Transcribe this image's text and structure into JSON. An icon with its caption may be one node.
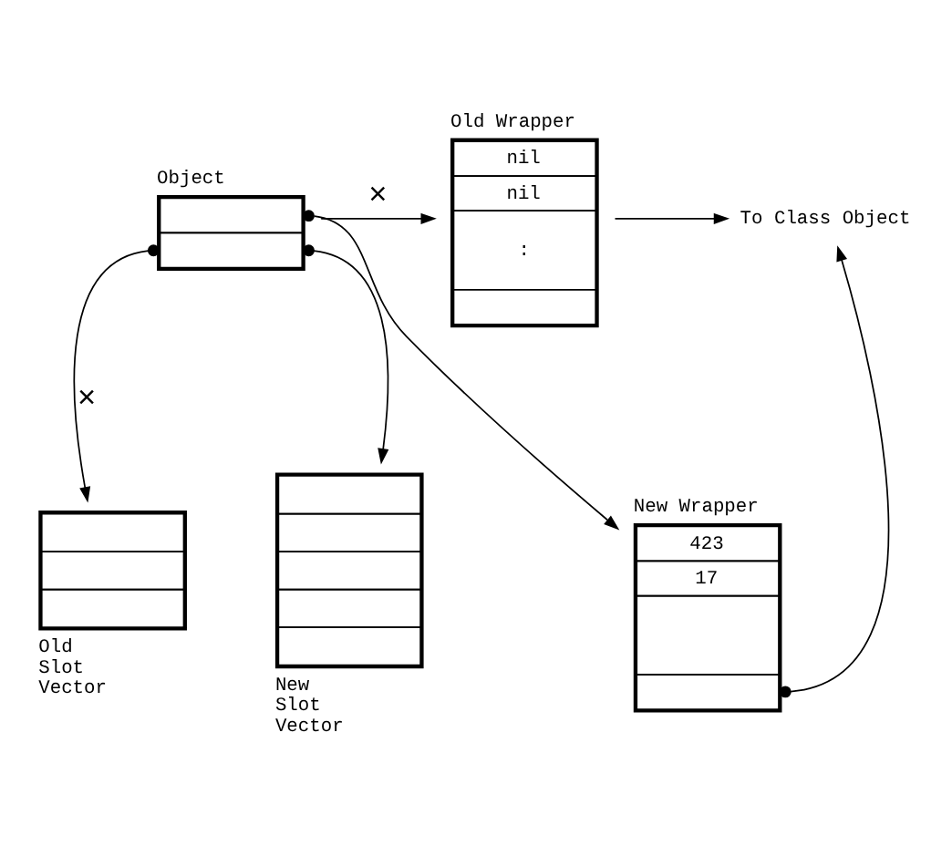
{
  "diagram": {
    "nodes": [
      {
        "text": [
          "Object"
        ]
      },
      {
        "text": [
          "Old Wrapper",
          "nil",
          "nil",
          ":"
        ]
      },
      {
        "text": [
          "To Class Object"
        ]
      },
      {
        "text": [
          "Old Slot Vector"
        ]
      },
      {
        "text": [
          "New Slot Vector"
        ]
      },
      {
        "text": [
          "New Wrapper",
          "423",
          "17"
        ]
      }
    ],
    "edges": [
      {
        "from": 0,
        "to": 1,
        "arrow": "to",
        "label": "×"
      },
      {
        "from": 0,
        "to": 5,
        "arrow": "to"
      },
      {
        "from": 0,
        "to": 3,
        "arrow": "to",
        "label": "×"
      },
      {
        "from": 0,
        "to": 4,
        "arrow": "to"
      },
      {
        "from": 1,
        "to": 2,
        "arrow": "to"
      },
      {
        "from": 5,
        "to": 2,
        "arrow": "to"
      }
    ]
  }
}
